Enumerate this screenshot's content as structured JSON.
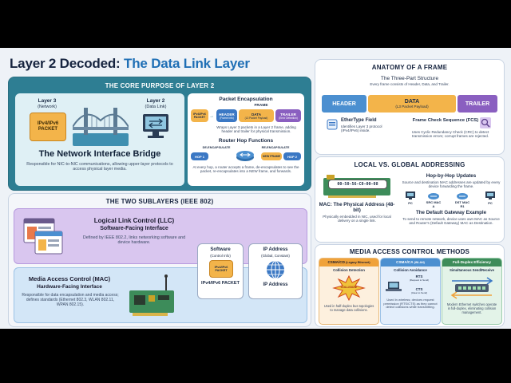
{
  "title": {
    "part1": "Layer 2 Decoded: ",
    "part2": "The Data Link Layer"
  },
  "core": {
    "header": "THE CORE PURPOSE OF LAYER 2",
    "layer3_label": "Layer 3",
    "layer3_sub": "(Network)",
    "packet_label": "IPv4/IPv6 PACKET",
    "layer2_label": "Layer 2",
    "layer2_sub": "(Data Link)",
    "bridge_title": "The Network Interface Bridge",
    "bridge_desc": "Responsible for NIC-to-NIC communications, allowing upper-layer protocols to access physical layer media.",
    "encap_title": "Packet Encapsulation",
    "frame_label": "FRAME",
    "encap_packet": "IPv4/IPv6 PACKET",
    "encap_header": "HEADER",
    "encap_header_sub": "(Frame Info)",
    "encap_data": "DATA",
    "encap_data_sub": "(L3 Packet Payload)",
    "encap_trailer": "TRAILER",
    "encap_trailer_sub": "(Error Detection)",
    "encap_desc": "Wraps Layer 3 packets in a Layer 2 frame, adding header and trailer for physical transmission.",
    "hop_title": "Router Hop Functions",
    "de_encap": "DE-ENCAPSULATE",
    "re_encap": "RE-ENCAPSULATE",
    "hop1": "HOP 1",
    "hop2": "HOP 2",
    "new_frame": "NEW FRAME",
    "hop_desc": "At every hop, a router accepts a frame, de-encapsulates to see the packet, re-encapsulates into a NEW frame, and forwards."
  },
  "sublayers": {
    "header": "THE TWO SUBLAYERS (IEEE 802)",
    "llc_title": "Logical Link Control (LLC)",
    "llc_sub": "Software-Facing Interface",
    "llc_desc": "Defined by IEEE 802.2, links networking software and device hardware.",
    "mac_title": "Media Access Control (MAC)",
    "mac_sub": "Hardware-Facing Interface",
    "mac_desc": "Responsible for data encapsulation and media access; defines standards (Ethernet 802.3, WLAN 802.11, WPAN 802.15).",
    "software_title": "Software",
    "software_sub": "(Control Info)",
    "sw_packet_small": "IPv4/IPv6 PACKET",
    "sw_packet": "IPv4/IPv6 PACKET",
    "ip_title": "IP Address",
    "ip_sub": "(Global, Constant)",
    "ip_label": "IP Address"
  },
  "anatomy": {
    "header": "ANATOMY OF A FRAME",
    "subtitle": "The Three-Part Structure",
    "desc": "Every frame consists of Header, Data, and Trailer.",
    "header_label": "HEADER",
    "data_label": "DATA",
    "data_sub": "(L3 Packet Payload)",
    "trailer_label": "TRAILER",
    "ethertype_title": "EtherType Field",
    "ethertype_desc": "Identifies Layer 3 protocol (IPv4/IPv6) inside.",
    "fcs_title": "Frame Check Sequence (FCS)",
    "fcs_desc": "Uses Cyclic Redundancy Check (CRC) to detect transmission errors; corrupt frames are rejected."
  },
  "addressing": {
    "header": "LOCAL VS. GLOBAL ADDRESSING",
    "mac_value": "00-50-56-C0-00-08",
    "mac_title": "MAC: The Physical Address (48-bit)",
    "mac_desc": "Physically embedded in NIC, used for local delivery on a single link.",
    "hop_title": "Hop-by-Hop Updates",
    "hop_desc": "Source and destination MAC addresses are updated by every device forwarding the frame.",
    "pc1": "PC",
    "src": "SRC MAC A",
    "dst": "DST MAC R1",
    "pc2": "PC",
    "gw_title": "The Default Gateway Example",
    "gw_desc": "To send to remote network, device uses own MAC as Source and Router's (Default Gateway) MAC as Destination."
  },
  "mediaaccess": {
    "header": "MEDIA ACCESS CONTROL METHODS",
    "csmacd_title": "CSMA/CD",
    "csmacd_sub": "(Legacy Ethernet)",
    "csmacd_label": "Collision Detection",
    "collision": "COLLISION!",
    "csmacd_desc": "Used in half-duplex bus topologies to manage data collisions.",
    "csmaca_title": "CSMA/CA",
    "csmaca_sub": "(WLAN)",
    "csmaca_label": "Collision Avoidance",
    "rts": "RTS",
    "rts_sub": "(Request to Send)",
    "cts": "CTS",
    "cts_sub": "(Clear to Send)",
    "csmaca_desc": "Used in wireless; devices request permission (RTS/CTS) as they cannot detect collisions while transmitting.",
    "fd_title": "Full-Duplex Efficiency",
    "fd_label": "Simultaneous Send/Receive",
    "fd_desc": "Modern Ethernet switches operate in full-duplex, eliminating collision management."
  },
  "colors": {
    "accent": "#1f6fb5",
    "teal": "#2a7d8f",
    "purple": "#8a5fc0",
    "orange": "#f0a23a",
    "green": "#3d8c5a"
  }
}
